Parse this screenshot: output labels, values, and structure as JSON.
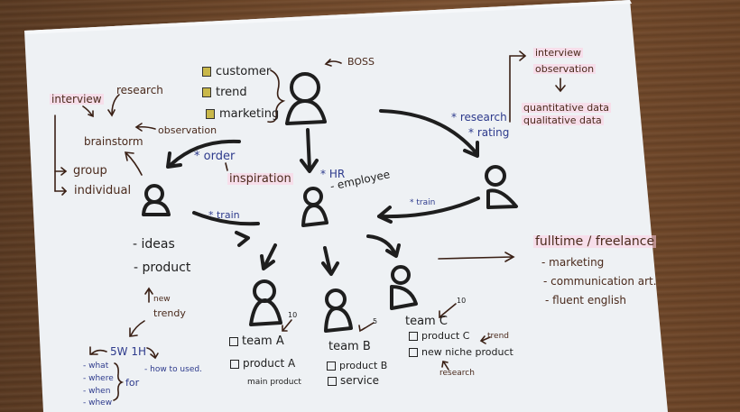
{
  "colors": {
    "wood": "#6b4528",
    "paper": "#eef1f4",
    "ink_black": "#1e1e1e",
    "ink_brown": "#4a2a1c",
    "ink_blue": "#2d3a8c",
    "highlight_pink": "#ffcde1",
    "checkbox_yellow": "#c9b84a"
  },
  "boss": {
    "label": "BOSS",
    "items": [
      "customer",
      "trend",
      "marketing"
    ]
  },
  "left_notes": {
    "interview": "interview",
    "research": "research",
    "brainstorm": "brainstorm",
    "observation": "observation",
    "group": "group",
    "individual": "individual"
  },
  "left_person": {
    "order_label": "* order",
    "inspiration": "inspiration",
    "train_label": "* train",
    "outputs": [
      "- ideas",
      "- product"
    ],
    "new_trendy": [
      "new",
      "trendy"
    ]
  },
  "five_w": {
    "title": "5W 1H",
    "questions": [
      "- what",
      "- where",
      "- when",
      "- whew"
    ],
    "for_label": "for",
    "how": "- how to used."
  },
  "hr_person": {
    "hr_label": "* HR",
    "employee_label": "- employee"
  },
  "right_person": {
    "research_label": "* research",
    "rating_label": "* rating",
    "train_label": "* train",
    "methods": [
      "interview",
      "observation"
    ],
    "data": [
      "quantitative data",
      "qualitative data"
    ]
  },
  "hiring": {
    "title": "fulltime / freelance",
    "skills": [
      "- marketing",
      "- communication art.",
      "- fluent english"
    ]
  },
  "teams": [
    {
      "name": "team A",
      "count": "10",
      "items": [
        "product A"
      ],
      "note": "main product"
    },
    {
      "name": "team B",
      "count": "5",
      "items": [
        "product B",
        "service"
      ]
    },
    {
      "name": "team C",
      "count": "10",
      "items": [
        "product C",
        "new niche product"
      ],
      "trend_note": "trend",
      "research_note": "research"
    }
  ]
}
